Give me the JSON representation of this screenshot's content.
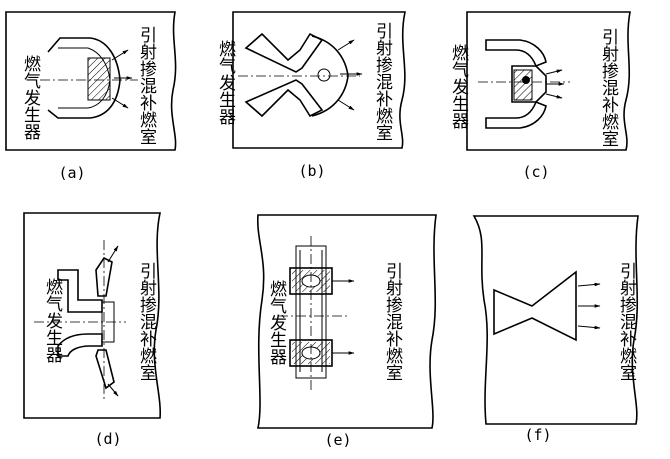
{
  "labels": {
    "gas_generator": "燃气发生器",
    "chamber": "引射掺混补燃室"
  },
  "panels": [
    {
      "id": "a",
      "caption": "(a)"
    },
    {
      "id": "b",
      "caption": "(b)"
    },
    {
      "id": "c",
      "caption": "(c)"
    },
    {
      "id": "d",
      "caption": "(d)"
    },
    {
      "id": "e",
      "caption": "(e)"
    },
    {
      "id": "f",
      "caption": "(f)"
    }
  ]
}
